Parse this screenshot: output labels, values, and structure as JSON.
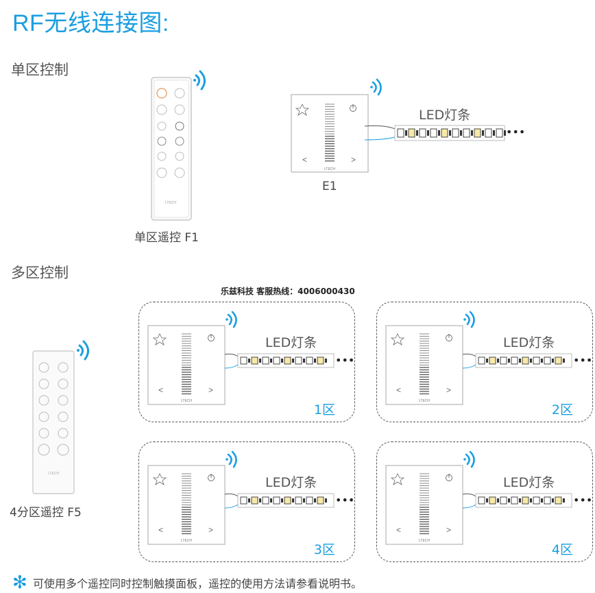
{
  "title": "RF无线连接图:",
  "single_zone": {
    "heading": "单区控制",
    "remote_caption": "单区遥控 F1",
    "panel_caption": "E1",
    "strip_label": "LED灯条"
  },
  "hotline": "乐兹科技 客服热线：4006000430",
  "multi_zone": {
    "heading": "多区控制",
    "remote_caption": "4分区遥控 F5",
    "zones": [
      {
        "label": "1区",
        "strip_label": "LED灯条"
      },
      {
        "label": "2区",
        "strip_label": "LED灯条"
      },
      {
        "label": "3区",
        "strip_label": "LED灯条"
      },
      {
        "label": "4区",
        "strip_label": "LED灯条"
      }
    ]
  },
  "device_text": {
    "brand": "LTECH"
  },
  "footnote": {
    "icon": "asterisk-icon",
    "text": "可使用多个遥控同时控制触摸面板，遥控的使用方法请参看说明书。"
  },
  "colors": {
    "accent": "#1a9ee0",
    "border": "#555555"
  }
}
